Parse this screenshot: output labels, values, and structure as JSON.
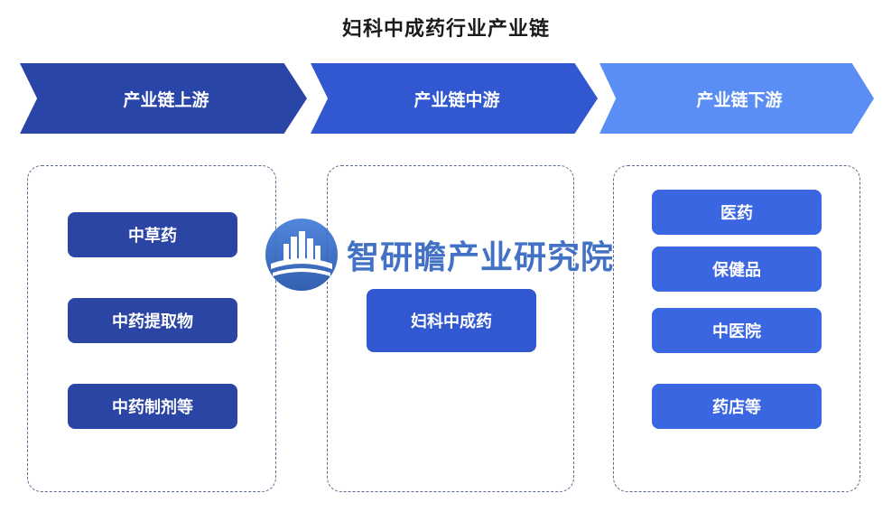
{
  "title": "妇科中成药行业产业链",
  "stages": {
    "upstream": "产业链上游",
    "midstream": "产业链中游",
    "downstream": "产业链下游"
  },
  "upstream_items": [
    "中草药",
    "中药提取物",
    "中药制剂等"
  ],
  "midstream_items": [
    "妇科中成药"
  ],
  "downstream_items": [
    "医药",
    "保健品",
    "中医院",
    "药店等"
  ],
  "watermark": {
    "text": "智研瞻产业研究院",
    "icon": "city-logo-icon"
  },
  "colors": {
    "upstream": "#2a45a8",
    "midstream": "#3158d0",
    "downstream": "#5b8ef5"
  }
}
